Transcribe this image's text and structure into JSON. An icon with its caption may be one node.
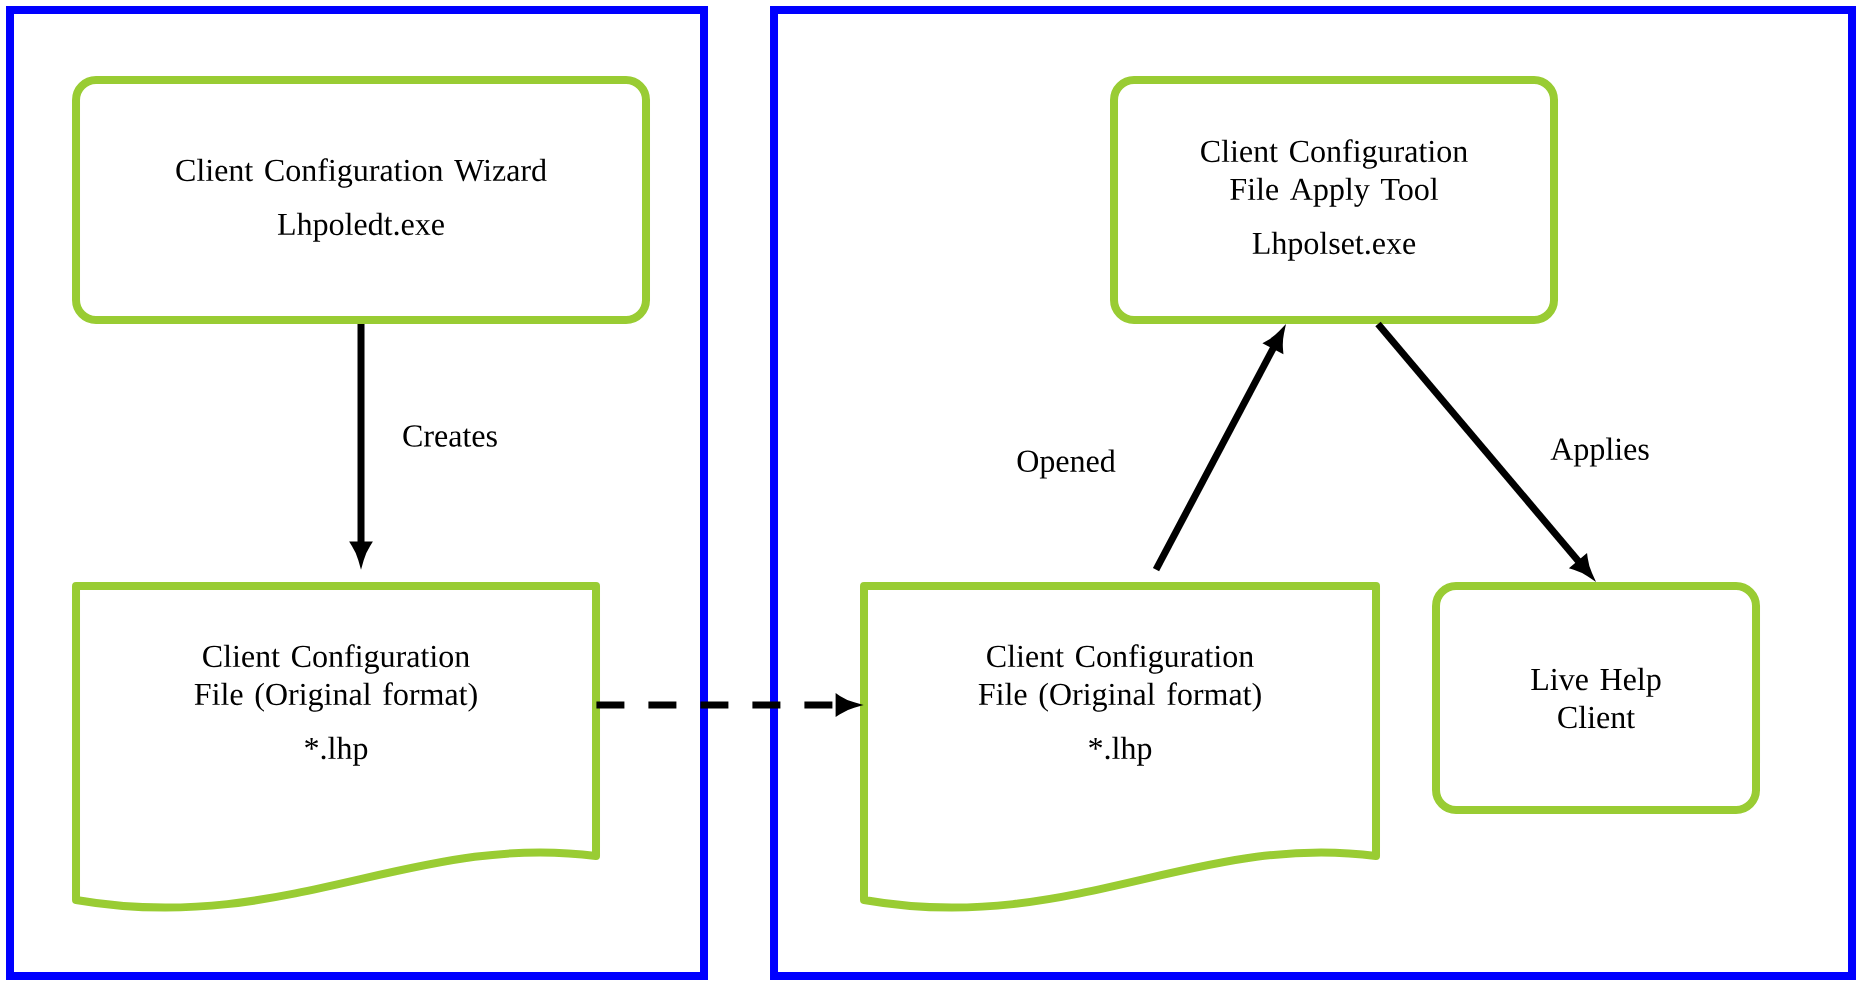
{
  "diagram": {
    "nodes": [
      {
        "text": [],
        "shape": "box"
      },
      {
        "text": [
          "Client Configuration Wizard",
          "Lhpoledt.exe"
        ],
        "in": 0
      },
      {
        "text": [
          "Client Configuration File (Original format)",
          "*.lhp"
        ],
        "in": 0
      },
      {
        "text": [],
        "shape": "box"
      },
      {
        "text": [
          "Client Configuration File Apply Tool",
          "Lhpolset.exe"
        ],
        "in": 3
      },
      {
        "text": [
          "Client Configuration File (Original format)",
          "*.lhp"
        ],
        "in": 3
      },
      {
        "text": [
          "Live Help Client"
        ],
        "in": 3
      }
    ],
    "edges": [
      {
        "from": 1,
        "to": 2,
        "arrow": "to",
        "label": "Creates"
      },
      {
        "from": 2,
        "to": 5,
        "arrow": "to",
        "style": "dashed"
      },
      {
        "from": 5,
        "to": 4,
        "arrow": "to",
        "label": "Opened"
      },
      {
        "from": 4,
        "to": 6,
        "arrow": "to",
        "label": "Applies"
      }
    ]
  }
}
